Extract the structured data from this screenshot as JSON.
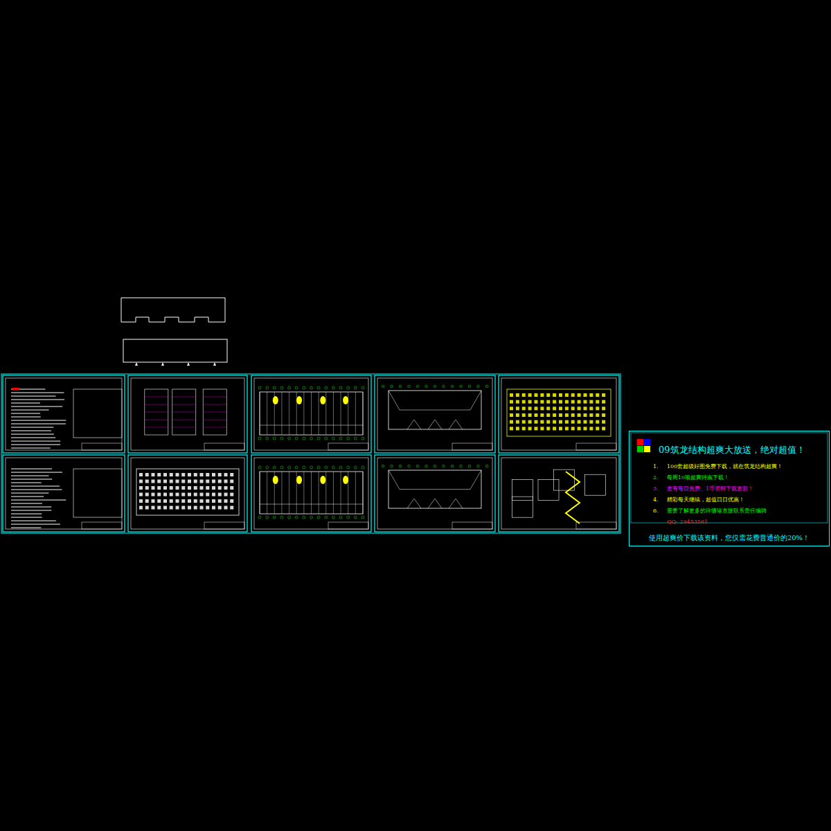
{
  "diagram": {
    "nodes": [
      {
        "text": [
          "09筑龙结构超爽大放送，绝对超值！",
          "1.",
          "100套超级好图免费下载，就在筑龙结构超爽！",
          "2.",
          "每周10项超爽特惠下载！",
          "3.",
          "更有每日免费、1币资料下载更新！",
          "4.",
          "精彩每天继续，超值日日优惠！",
          "6.",
          "需要了解更多的详情请直接联系责任编辑",
          "QQ: 29453561",
          "使用超爽价下载该资料，您仅需花费普通价的20%！"
        ]
      }
    ],
    "edges": []
  }
}
